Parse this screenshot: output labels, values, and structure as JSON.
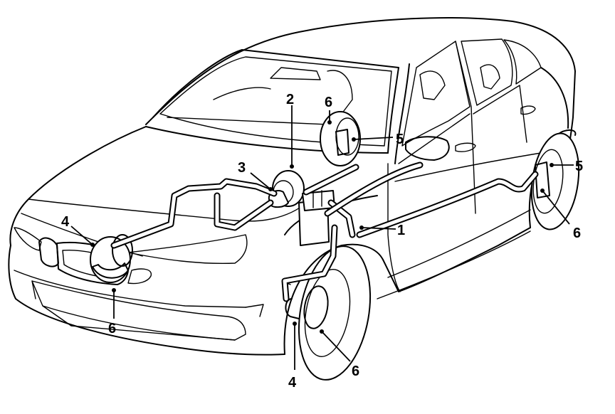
{
  "callouts": [
    {
      "id": "1",
      "text": "1"
    },
    {
      "id": "2",
      "text": "2"
    },
    {
      "id": "3",
      "text": "3"
    },
    {
      "id": "4a",
      "text": "4"
    },
    {
      "id": "4b",
      "text": "4"
    },
    {
      "id": "5a",
      "text": "5"
    },
    {
      "id": "5b",
      "text": "5"
    },
    {
      "id": "6a",
      "text": "6"
    },
    {
      "id": "6b",
      "text": "6"
    },
    {
      "id": "6c",
      "text": "6"
    },
    {
      "id": "6d",
      "text": "6"
    }
  ]
}
